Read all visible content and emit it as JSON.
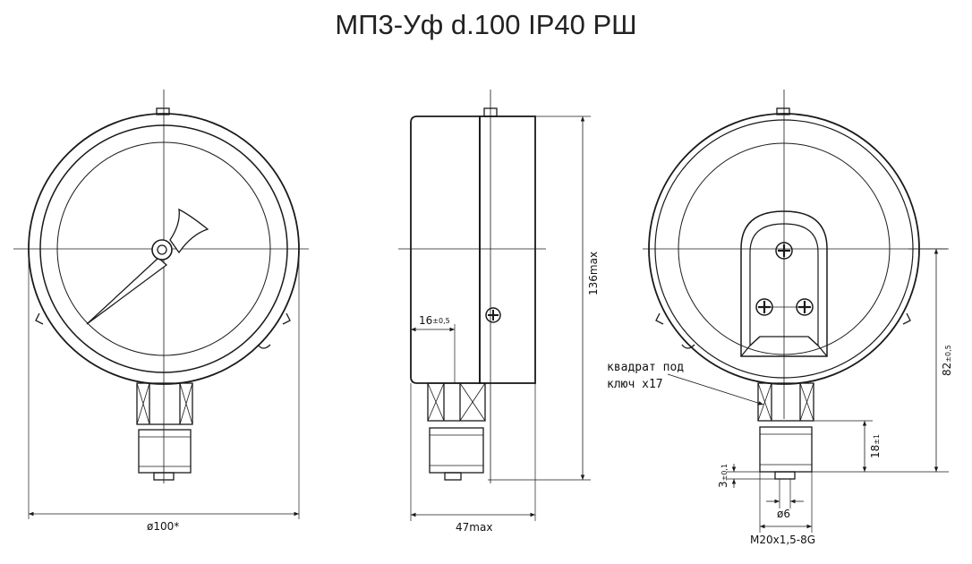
{
  "title": "МП3-Уф d.100 IP40 РШ",
  "colors": {
    "line": "#1a1a1a",
    "background": "#ffffff"
  },
  "icons": {
    "screw": "cross-head-screw-icon"
  },
  "views": {
    "front": {
      "diameter_label": "ø100*"
    },
    "side": {
      "depth_label": "47max",
      "offset_main": "16",
      "offset_tol": "±0,5",
      "height_label": "136max"
    },
    "back": {
      "note_line1": "квадрат под",
      "note_line2": "ключ х17",
      "center_main": "82",
      "center_tol": "±0,5",
      "thread_len_main": "18",
      "thread_len_tol": "±1",
      "tip_main": "3",
      "tip_tol": "±0,1",
      "bore_label": "ø6",
      "thread_label": "M20x1,5-8G"
    }
  }
}
